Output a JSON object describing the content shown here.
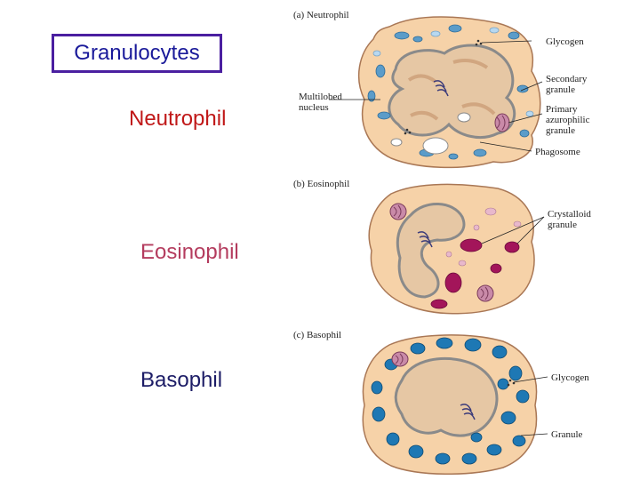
{
  "title": "Granulocytes",
  "cell_labels": {
    "neutrophil": "Neutrophil",
    "eosinophil": "Eosinophil",
    "basophil": "Basophil"
  },
  "diagrams": {
    "neutrophil": {
      "caption": "(a) Neutrophil",
      "glycogen": "Glycogen",
      "secondary_1": "Secondary",
      "secondary_2": "granule",
      "nucleus_1": "Multilobed",
      "nucleus_2": "nucleus",
      "primary_1": "Primary",
      "primary_2": "azurophilic",
      "primary_3": "granule",
      "phagosome": "Phagosome"
    },
    "eosinophil": {
      "caption": "(b) Eosinophil",
      "crystalloid_1": "Crystalloid",
      "crystalloid_2": "granule"
    },
    "basophil": {
      "caption": "(c) Basophil",
      "glycogen": "Glycogen",
      "granule": "Granule"
    }
  },
  "colors": {
    "title_border": "#4a1fa0",
    "title_text": "#1a1a9a",
    "neutrophil_label": "#c01818",
    "eosinophil_label": "#b43c5e",
    "basophil_label": "#1c1c66",
    "cytoplasm": "#f6d2a8",
    "nucleus": "#e6c7a4",
    "neutrophil_granule": "#5b9cc9",
    "eosinophil_granule": "#a3155a",
    "basophil_granule": "#1e78b4"
  }
}
